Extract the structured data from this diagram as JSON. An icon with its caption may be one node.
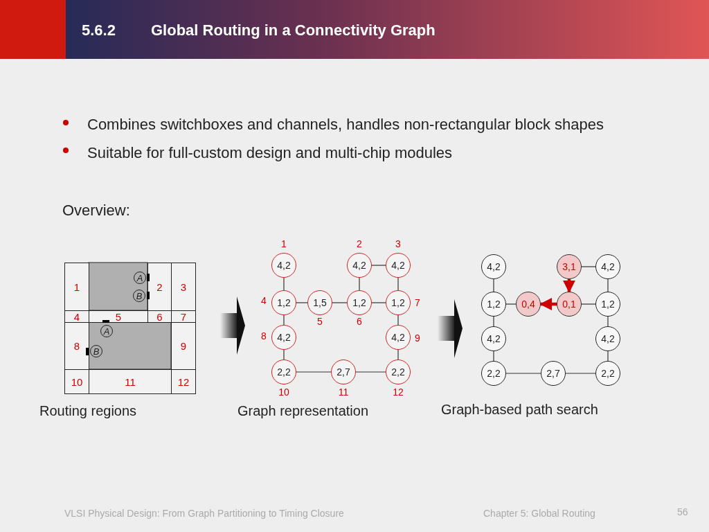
{
  "diagram": {
    "title": "Global Routing in a Connectivity Graph",
    "nodes": [
      {
        "text": [
          "1"
        ]
      },
      {
        "text": [
          "2"
        ]
      },
      {
        "text": [
          "3"
        ]
      },
      {
        "text": [
          "4"
        ]
      },
      {
        "text": [
          "5"
        ]
      },
      {
        "text": [
          "6"
        ]
      },
      {
        "text": [
          "7"
        ]
      },
      {
        "text": [
          "8"
        ]
      },
      {
        "text": [
          "9"
        ]
      },
      {
        "text": [
          "10"
        ]
      },
      {
        "text": [
          "11"
        ]
      },
      {
        "text": [
          "12"
        ]
      },
      {
        "text": [
          "A"
        ]
      },
      {
        "text": [
          "B"
        ]
      },
      {
        "text": [
          "A"
        ]
      },
      {
        "text": [
          "B"
        ]
      },
      {
        "text": [
          "4,2"
        ],
        "beside": [
          "1"
        ]
      },
      {
        "text": [
          "4,2"
        ],
        "beside": [
          "2"
        ]
      },
      {
        "text": [
          "4,2"
        ],
        "beside": [
          "3"
        ]
      },
      {
        "text": [
          "1,2"
        ],
        "beside": [
          "4"
        ]
      },
      {
        "text": [
          "1,5"
        ],
        "beside": [
          "5"
        ]
      },
      {
        "text": [
          "1,2"
        ],
        "beside": [
          "6"
        ]
      },
      {
        "text": [
          "1,2"
        ],
        "beside": [
          "7"
        ]
      },
      {
        "text": [
          "4,2"
        ],
        "beside": [
          "8"
        ]
      },
      {
        "text": [
          "4,2"
        ],
        "beside": [
          "9"
        ]
      },
      {
        "text": [
          "2,2"
        ],
        "beside": [
          "10"
        ]
      },
      {
        "text": [
          "2,7"
        ],
        "beside": [
          "11"
        ]
      },
      {
        "text": [
          "2,2"
        ],
        "beside": [
          "12"
        ]
      },
      {
        "text": [
          "4,2"
        ]
      },
      {
        "text": [
          "3,1"
        ]
      },
      {
        "text": [
          "4,2"
        ]
      },
      {
        "text": [
          "1,2"
        ]
      },
      {
        "text": [
          "0,4"
        ]
      },
      {
        "text": [
          "0,1"
        ]
      },
      {
        "text": [
          "1,2"
        ]
      },
      {
        "text": [
          "4,2"
        ]
      },
      {
        "text": [
          "4,2"
        ]
      },
      {
        "text": [
          "2,2"
        ]
      },
      {
        "text": [
          "2,7"
        ]
      },
      {
        "text": [
          "2,2"
        ]
      }
    ],
    "edges": [
      {
        "from": 16,
        "to": 19,
        "arrow": "none"
      },
      {
        "from": 19,
        "to": 20,
        "arrow": "none"
      },
      {
        "from": 20,
        "to": 21,
        "arrow": "none"
      },
      {
        "from": 21,
        "to": 22,
        "arrow": "none"
      },
      {
        "from": 17,
        "to": 18,
        "arrow": "none"
      },
      {
        "from": 17,
        "to": 21,
        "arrow": "none"
      },
      {
        "from": 18,
        "to": 22,
        "arrow": "none"
      },
      {
        "from": 19,
        "to": 23,
        "arrow": "none"
      },
      {
        "from": 22,
        "to": 24,
        "arrow": "none"
      },
      {
        "from": 23,
        "to": 25,
        "arrow": "none"
      },
      {
        "from": 24,
        "to": 27,
        "arrow": "none"
      },
      {
        "from": 25,
        "to": 26,
        "arrow": "none"
      },
      {
        "from": 26,
        "to": 27,
        "arrow": "none"
      },
      {
        "from": 28,
        "to": 31,
        "arrow": "none"
      },
      {
        "from": 31,
        "to": 32,
        "arrow": "none"
      },
      {
        "from": 33,
        "to": 32,
        "arrow": "to",
        "style": "thick",
        "color": "#cc0000"
      },
      {
        "from": 33,
        "to": 34,
        "arrow": "none"
      },
      {
        "from": 29,
        "to": 30,
        "arrow": "none"
      },
      {
        "from": 29,
        "to": 33,
        "arrow": "to",
        "style": "thick",
        "color": "#cc0000"
      },
      {
        "from": 30,
        "to": 34,
        "arrow": "none"
      },
      {
        "from": 31,
        "to": 35,
        "arrow": "none"
      },
      {
        "from": 34,
        "to": 36,
        "arrow": "none"
      },
      {
        "from": 35,
        "to": 37,
        "arrow": "none"
      },
      {
        "from": 36,
        "to": 39,
        "arrow": "none"
      },
      {
        "from": 37,
        "to": 38,
        "arrow": "none"
      },
      {
        "from": 38,
        "to": 39,
        "arrow": "none"
      }
    ],
    "labels": [
      "5.6.2",
      "Combines switchboxes and channels, handles non-rectangular block shapes",
      "Suitable for full-custom design and multi-chip modules",
      "Overview:",
      "Routing regions",
      "Graph representation",
      "Graph-based path search",
      "VLSI Physical Design: From Graph Partitioning to Timing Closure",
      "Chapter 5: Global Routing",
      "56"
    ]
  }
}
